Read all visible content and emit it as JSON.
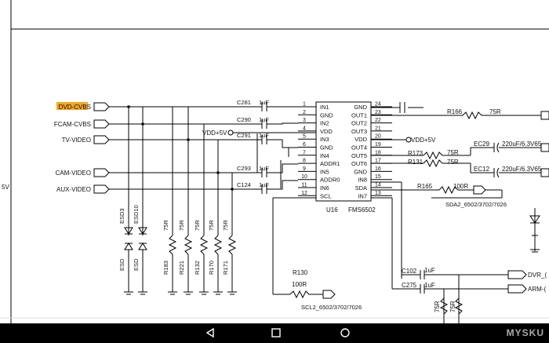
{
  "inputs": [
    "DVD-CVBS",
    "FCAM-CVBS",
    "TV-VIDEO",
    "CAM-VIDEO",
    "AUX-VIDEO"
  ],
  "left_edge_label": "5V",
  "left_caps": [
    "C281",
    "C290",
    "C291",
    "C293",
    "C124"
  ],
  "cap_value": "1uF",
  "vdd_label": "VDD+5V",
  "ic": {
    "ref": "U16",
    "part": "FMS6502",
    "left_pins": [
      {
        "num": "1",
        "name": "IN1"
      },
      {
        "num": "2",
        "name": "GND"
      },
      {
        "num": "3",
        "name": "IN2"
      },
      {
        "num": "4",
        "name": "VDD"
      },
      {
        "num": "5",
        "name": "IN3"
      },
      {
        "num": "6",
        "name": "GND"
      },
      {
        "num": "7",
        "name": "IN4"
      },
      {
        "num": "8",
        "name": "ADDR1"
      },
      {
        "num": "9",
        "name": "IN5"
      },
      {
        "num": "10",
        "name": "ADDR0"
      },
      {
        "num": "11",
        "name": "IN6"
      },
      {
        "num": "12",
        "name": "SCL"
      }
    ],
    "right_pins": [
      {
        "num": "24",
        "name": "GND"
      },
      {
        "num": "23",
        "name": "OUT1"
      },
      {
        "num": "22",
        "name": "OUT2"
      },
      {
        "num": "21",
        "name": "OUT3"
      },
      {
        "num": "20",
        "name": "VDD"
      },
      {
        "num": "19",
        "name": "OUT4"
      },
      {
        "num": "18",
        "name": "OUT5"
      },
      {
        "num": "17",
        "name": "OUT6"
      },
      {
        "num": "16",
        "name": "GND"
      },
      {
        "num": "15",
        "name": "IN8"
      },
      {
        "num": "14",
        "name": "SDA"
      },
      {
        "num": "13",
        "name": "IN7"
      }
    ]
  },
  "right_parts": {
    "r166": "R166",
    "r166_val": "75R",
    "r173": "R173",
    "r173_val": "75R",
    "r131": "R131",
    "r131_val": "75R",
    "ec29": "EC29",
    "ec29_val": "220uF/6.3V65",
    "ec12": "EC12",
    "ec12_val": "220uF/6.3V65",
    "r165": "R165",
    "r165_val": "100R",
    "sda_label": "SDA2_6502/3702/7026"
  },
  "bottom_parts": {
    "r130": "R130",
    "r130_val": "100R",
    "scl_label": "SCL2_6502/3702/7026",
    "c102": "C102",
    "c275": "C275",
    "cap_val": "1uF",
    "dvr_label": "DVR_(",
    "arm_label": "ARM-(",
    "res_val": "75R"
  },
  "esd": {
    "esd3": "ESD3",
    "esd10": "ESD10",
    "esd": "ESD",
    "resistors": [
      "R183",
      "R221",
      "R132",
      "R170",
      "R171"
    ],
    "res_val": "75R"
  },
  "watermark": "MYSKU",
  "nav_icons": [
    "back-icon",
    "home-icon",
    "recents-icon"
  ]
}
